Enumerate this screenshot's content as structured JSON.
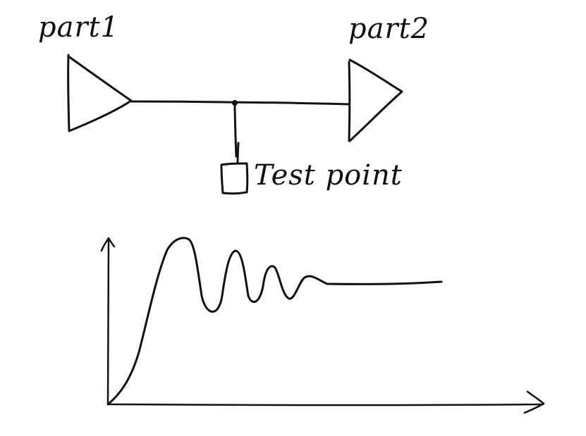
{
  "diagram": {
    "part1_label": "part1",
    "part2_label": "part2",
    "test_point_label": "Test point"
  },
  "colors": {
    "ink": "#111111",
    "background": "#ffffff"
  }
}
